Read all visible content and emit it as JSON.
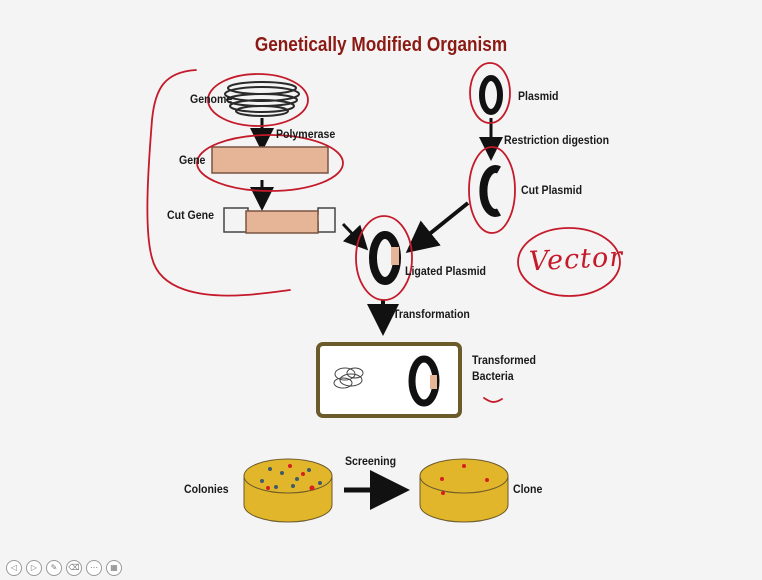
{
  "title": "Genetically Modified Organism",
  "labels": {
    "genome": "Genome",
    "polymerase": "Polymerase",
    "gene": "Gene",
    "cut_gene": "Cut Gene",
    "plasmid": "Plasmid",
    "restriction_digestion": "Restriction digestion",
    "cut_plasmid": "Cut Plasmid",
    "ligated_plasmid": "Ligated Plasmid",
    "transformation": "Transformation",
    "transformed_bacteria_line1": "Transformed",
    "transformed_bacteria_line2": "Bacteria",
    "colonies": "Colonies",
    "screening": "Screening",
    "clone": "Clone"
  },
  "annotation": {
    "handwritten": "Vector",
    "ink_color": "#c41a2a"
  },
  "colors": {
    "title": "#8b1a14",
    "gene_fill": "#e6b597",
    "dish_fill": "#e2b62b",
    "bacteria_border": "#6b5a2a",
    "colony_red": "#d42020",
    "colony_dark": "#3f5a68"
  },
  "toolbar": {
    "icons": [
      "prev-icon",
      "next-icon",
      "pen-icon",
      "eraser-icon",
      "more-icon",
      "grid-icon"
    ]
  }
}
